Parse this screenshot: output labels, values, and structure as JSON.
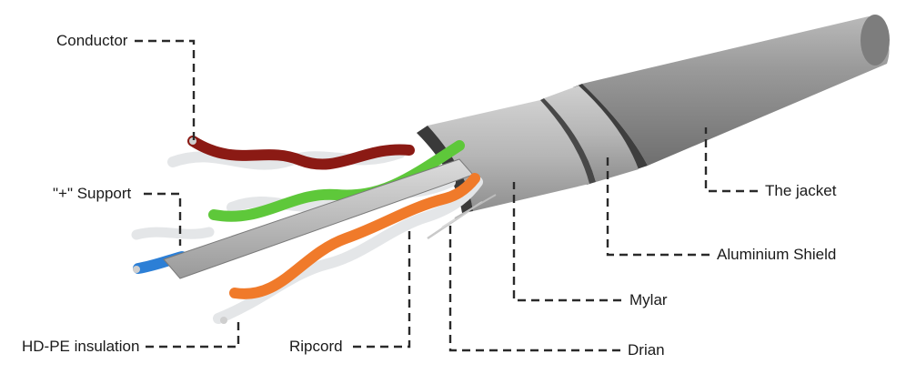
{
  "labels": {
    "conductor": "Conductor",
    "support": "\"+\" Support",
    "hdpe_insulation": "HD-PE insulation",
    "ripcord": "Ripcord",
    "drian": "Drian",
    "mylar": "Mylar",
    "aluminium_shield": "Aluminium Shield",
    "jacket": "The jacket"
  },
  "colors": {
    "jacket": "#8f8f8f",
    "foil": "#b5b5b5",
    "pair_brown": "#8b1a14",
    "pair_green": "#5ec83a",
    "pair_orange": "#f07a2a",
    "pair_blue": "#2c7fd6",
    "pair_white": "#e4e6e8",
    "leader_line": "#2a2a2a"
  }
}
